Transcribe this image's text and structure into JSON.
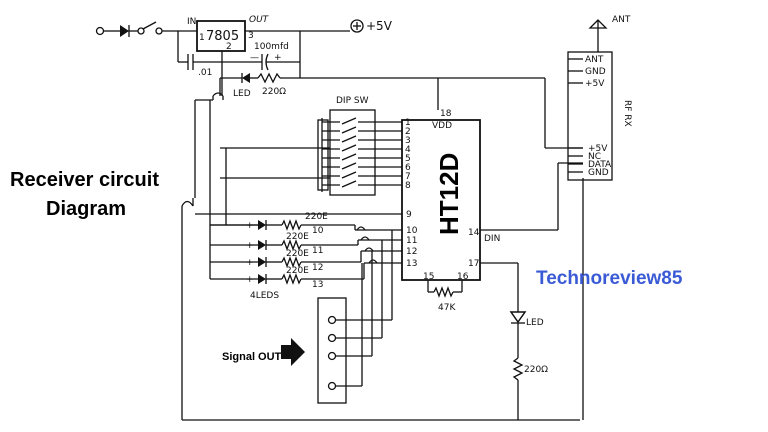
{
  "title": {
    "line1": "Receiver circuit",
    "line2": "Diagram"
  },
  "brand": {
    "text": "Technoreview85",
    "color": "#3b5bd6"
  },
  "regulator": {
    "label": "7805",
    "in": "IN",
    "out": "OUT",
    "pin1": "1",
    "pin2": "2",
    "pin3": "3",
    "out_voltage": "+5V"
  },
  "capacitors": {
    "c1": ".01",
    "c2": "100mfd"
  },
  "power_led": {
    "label": "LED",
    "resistor": "220Ω"
  },
  "dip_switch": {
    "label": "DIP SW",
    "pins": [
      "1",
      "2",
      "3",
      "4",
      "5",
      "6",
      "7",
      "8"
    ]
  },
  "ic": {
    "label": "HT12D",
    "vdd": "VDD",
    "vdd_pin": "18",
    "din": "DIN",
    "din_pin": "14",
    "pins_left": [
      "1",
      "2",
      "3",
      "4",
      "5",
      "6",
      "7",
      "8",
      "9",
      "10",
      "11",
      "12",
      "13"
    ],
    "pin15": "15",
    "pin16": "16",
    "pin17": "17",
    "osc_resistor": "47K"
  },
  "rf": {
    "label": "RF RX",
    "antenna": "ANT",
    "top_pins": [
      "ANT",
      "GND",
      "+5V"
    ],
    "bottom_pins": [
      "+5V",
      "NC",
      "DATA",
      "GND"
    ]
  },
  "output_leds": {
    "group_label": "4LEDS",
    "resistors": [
      "220E",
      "220E",
      "220E",
      "220E"
    ],
    "pins": [
      "10",
      "11",
      "12",
      "13"
    ]
  },
  "valid_led": {
    "label": "LED",
    "resistor": "220Ω"
  },
  "signal_out": {
    "label": "Signal OUT"
  }
}
